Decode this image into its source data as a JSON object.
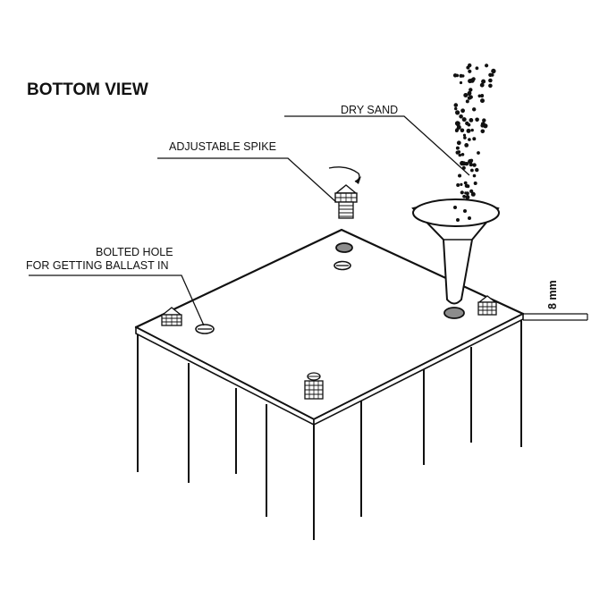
{
  "title": "BOTTOM VIEW",
  "labels": {
    "dry_sand": "DRY SAND",
    "adjustable_spike": "ADJUSTABLE SPIKE",
    "bolted_hole_line1": "BOLTED HOLE",
    "bolted_hole_line2": "FOR GETTING BALLAST IN",
    "thickness": "8 mm"
  },
  "colors": {
    "ink": "#111111",
    "hole_fill": "#8c8c8c",
    "background": "#ffffff"
  }
}
